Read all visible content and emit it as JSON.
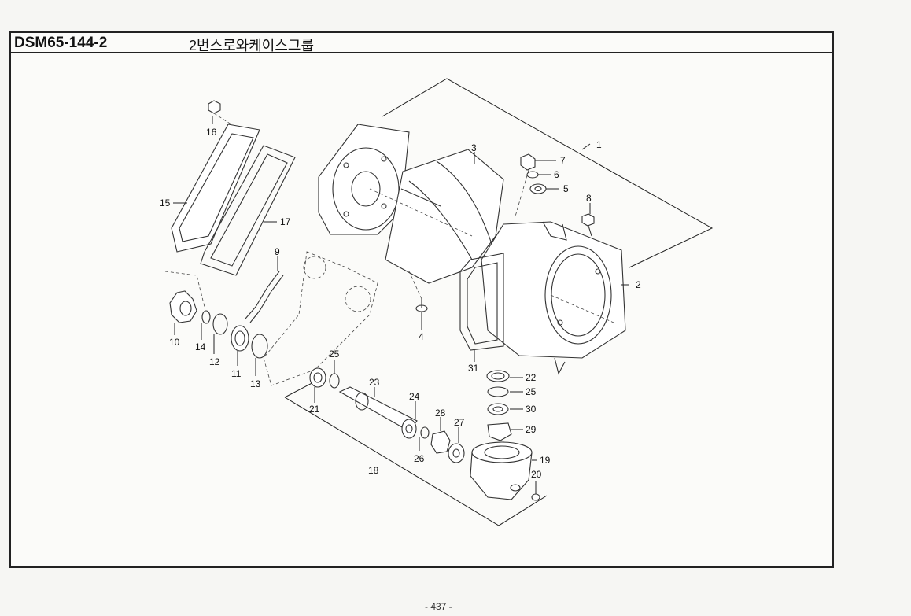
{
  "header": {
    "code": "DSM65-144-2",
    "title": "2번스로와케이스그룹"
  },
  "footer": {
    "page_number": "- 437 -"
  },
  "callouts": {
    "n1": "1",
    "n2": "2",
    "n3": "3",
    "n4": "4",
    "n5": "5",
    "n6": "6",
    "n7": "7",
    "n8": "8",
    "n9": "9",
    "n10": "10",
    "n11": "11",
    "n12": "12",
    "n13": "13",
    "n14": "14",
    "n15": "15",
    "n16": "16",
    "n17": "17",
    "n18": "18",
    "n19": "19",
    "n20": "20",
    "n21": "21",
    "n22": "22",
    "n23": "23",
    "n24": "24",
    "n25a": "25",
    "n25b": "25",
    "n26": "26",
    "n27": "27",
    "n28": "28",
    "n29": "29",
    "n30": "30",
    "n31": "31"
  }
}
